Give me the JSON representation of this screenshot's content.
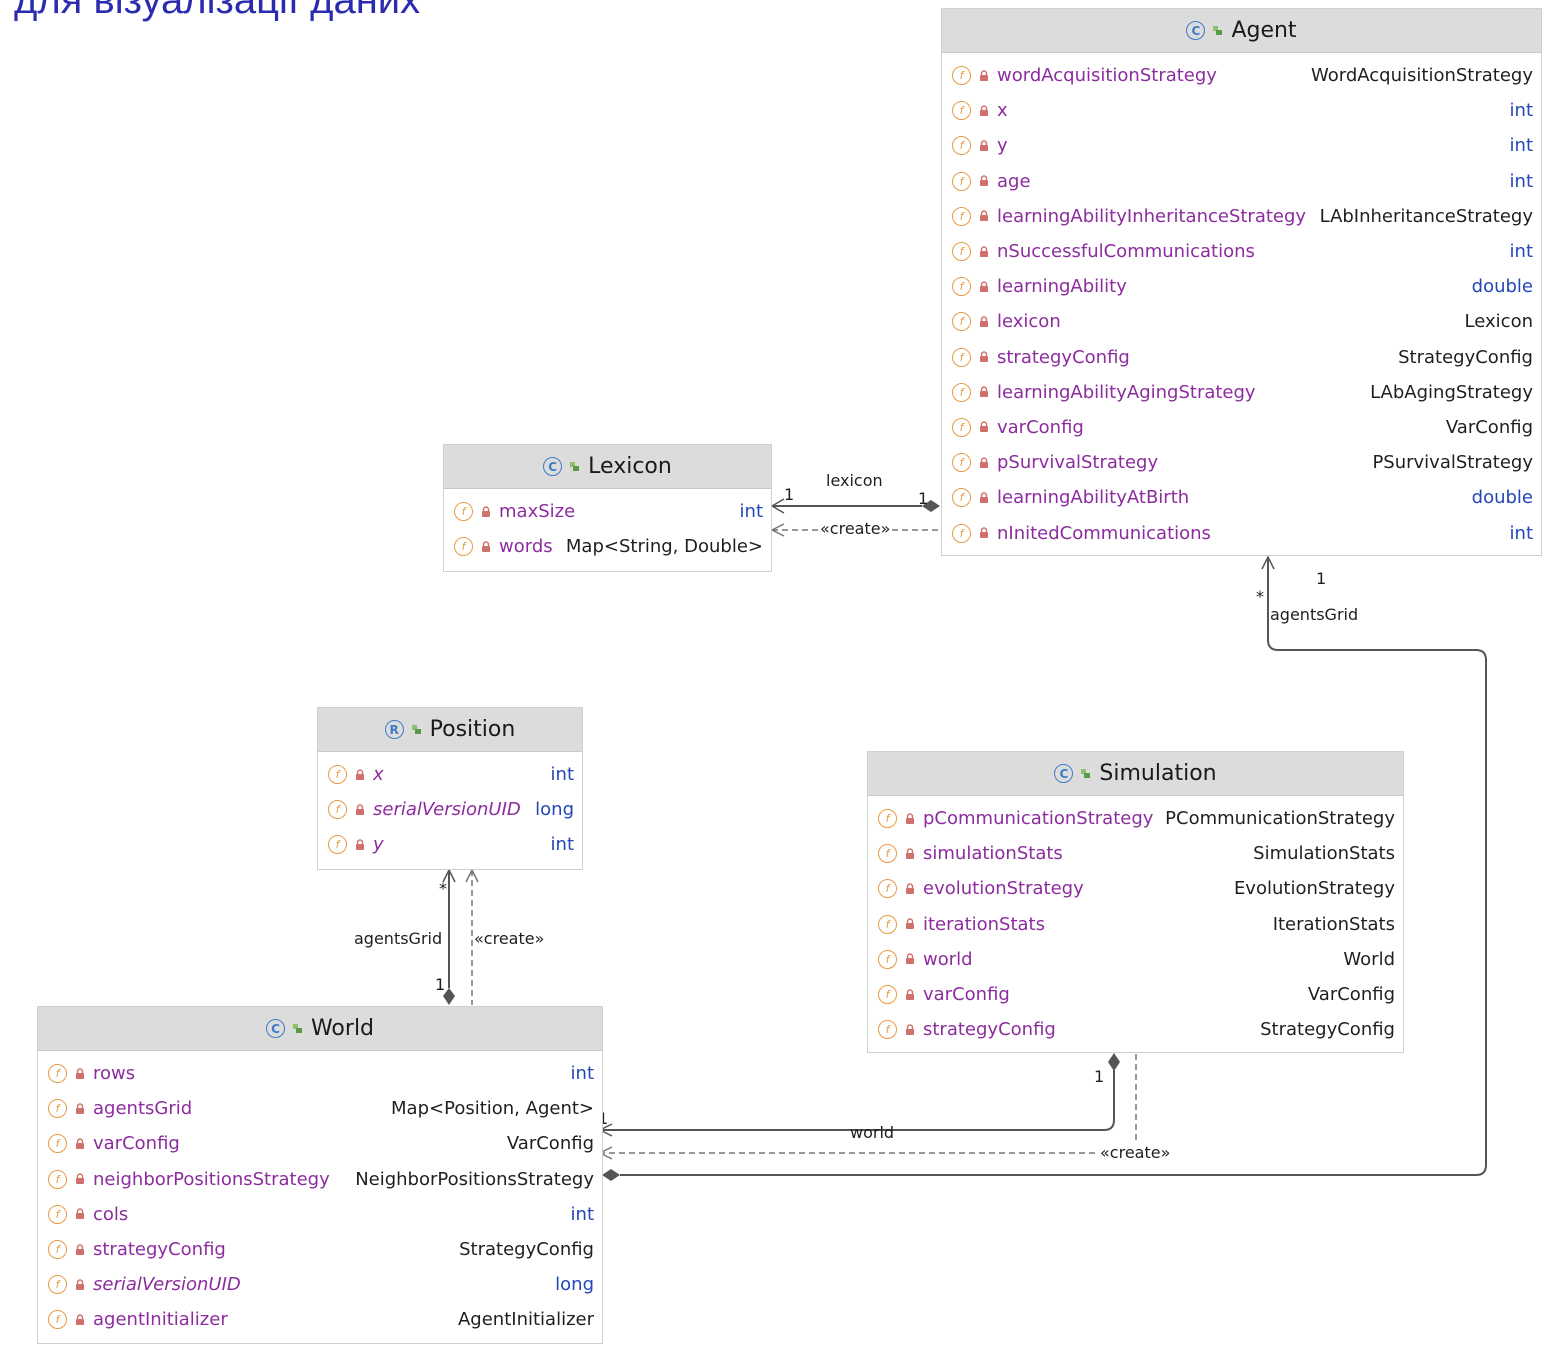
{
  "caption": "для візуалізації даних",
  "colors": {
    "field_name": "#8c2c9e",
    "primitive_type": "#2346b8",
    "header_bg": "#dcdcdc",
    "field_icon": "#e89a45",
    "class_icon": "#3d7bc7"
  },
  "classes": {
    "agent": {
      "title": "Agent",
      "kind_icon": "C",
      "fields": [
        {
          "name": "wordAcquisitionStrategy",
          "type": "WordAcquisitionStrategy"
        },
        {
          "name": "x",
          "type": "int"
        },
        {
          "name": "y",
          "type": "int"
        },
        {
          "name": "age",
          "type": "int"
        },
        {
          "name": "learningAbilityInheritanceStrategy",
          "type": "LAbInheritanceStrategy"
        },
        {
          "name": "nSuccessfulCommunications",
          "type": "int"
        },
        {
          "name": "learningAbility",
          "type": "double"
        },
        {
          "name": "lexicon",
          "type": "Lexicon"
        },
        {
          "name": "strategyConfig",
          "type": "StrategyConfig"
        },
        {
          "name": "learningAbilityAgingStrategy",
          "type": "LAbAgingStrategy"
        },
        {
          "name": "varConfig",
          "type": "VarConfig"
        },
        {
          "name": "pSurvivalStrategy",
          "type": "PSurvivalStrategy"
        },
        {
          "name": "learningAbilityAtBirth",
          "type": "double"
        },
        {
          "name": "nInitedCommunications",
          "type": "int"
        }
      ]
    },
    "lexicon": {
      "title": "Lexicon",
      "kind_icon": "C",
      "fields": [
        {
          "name": "maxSize",
          "type": "int"
        },
        {
          "name": "words",
          "type": "Map<String, Double>"
        }
      ]
    },
    "position": {
      "title": "Position",
      "kind_icon": "R",
      "fields": [
        {
          "name": "x",
          "type": "int",
          "static": true
        },
        {
          "name": "serialVersionUID",
          "type": "long",
          "static": true
        },
        {
          "name": "y",
          "type": "int",
          "static": true
        }
      ]
    },
    "simulation": {
      "title": "Simulation",
      "kind_icon": "C",
      "fields": [
        {
          "name": "pCommunicationStrategy",
          "type": "PCommunicationStrategy"
        },
        {
          "name": "simulationStats",
          "type": "SimulationStats"
        },
        {
          "name": "evolutionStrategy",
          "type": "EvolutionStrategy"
        },
        {
          "name": "iterationStats",
          "type": "IterationStats"
        },
        {
          "name": "world",
          "type": "World"
        },
        {
          "name": "varConfig",
          "type": "VarConfig"
        },
        {
          "name": "strategyConfig",
          "type": "StrategyConfig"
        }
      ]
    },
    "world": {
      "title": "World",
      "kind_icon": "C",
      "fields": [
        {
          "name": "rows",
          "type": "int"
        },
        {
          "name": "agentsGrid",
          "type": "Map<Position, Agent>"
        },
        {
          "name": "varConfig",
          "type": "VarConfig"
        },
        {
          "name": "neighborPositionsStrategy",
          "type": "NeighborPositionsStrategy"
        },
        {
          "name": "cols",
          "type": "int"
        },
        {
          "name": "strategyConfig",
          "type": "StrategyConfig"
        },
        {
          "name": "serialVersionUID",
          "type": "long",
          "static": true
        },
        {
          "name": "agentInitializer",
          "type": "AgentInitializer"
        }
      ]
    }
  },
  "relations": {
    "agent_lexicon": {
      "label": "lexicon",
      "mult_source": "1",
      "mult_target": "1"
    },
    "agent_lexicon_create": {
      "label": "«create»"
    },
    "world_agent": {
      "label": "agentsGrid",
      "mult_source": "1",
      "mult_target": "*"
    },
    "world_position": {
      "label": "agentsGrid",
      "mult_source": "1",
      "mult_target": "*"
    },
    "world_position_create": {
      "label": "«create»"
    },
    "simulation_world": {
      "label": "world",
      "mult_source": "1",
      "mult_target": "1"
    },
    "simulation_world_create": {
      "label": "«create»"
    }
  }
}
